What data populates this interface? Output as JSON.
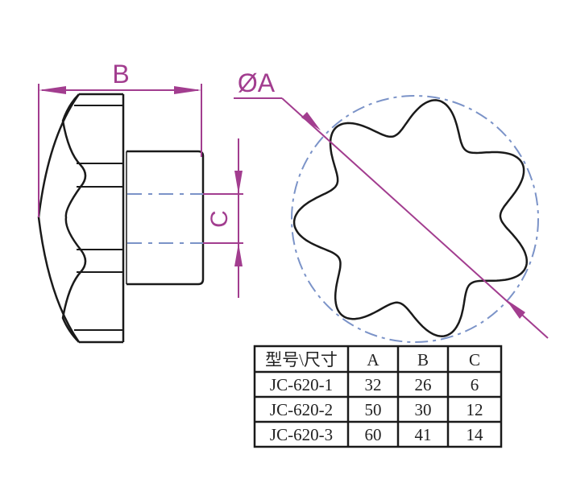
{
  "labels": {
    "dim_b": "B",
    "dim_c": "C",
    "dim_a": "ØA"
  },
  "table": {
    "headers": [
      "型号\\尺寸",
      "A",
      "B",
      "C"
    ],
    "rows": [
      [
        "JC-620-1",
        "32",
        "26",
        "6"
      ],
      [
        "JC-620-2",
        "50",
        "30",
        "12"
      ],
      [
        "JC-620-3",
        "60",
        "41",
        "14"
      ]
    ]
  },
  "colors": {
    "outline": "#1a1a1a",
    "dimension": "#a23d8f",
    "centerline": "#7b93c8"
  }
}
